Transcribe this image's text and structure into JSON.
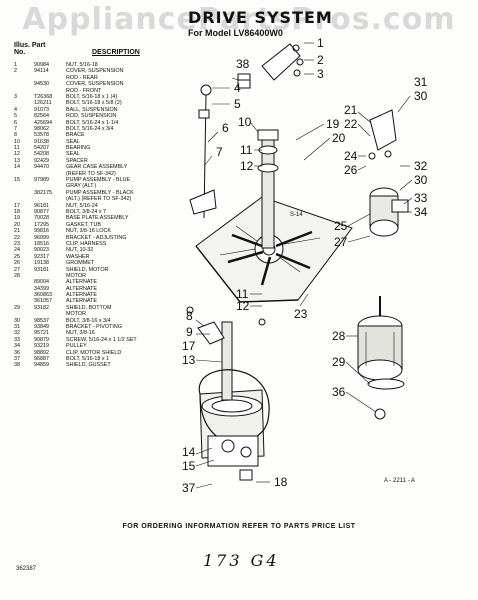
{
  "header": {
    "watermark": "AppliancePartsPros.com",
    "title": "DRIVE SYSTEM",
    "subtitle": "For Model LV86400W0",
    "col_illus": "Illus. Part",
    "col_no": "No.",
    "col_desc": "DESCRIPTION"
  },
  "parts": [
    {
      "n": "1",
      "p": "90984",
      "d": "NUT, 5/16-18"
    },
    {
      "n": "2",
      "p": "94114",
      "d": "COVER, SUSPENSION"
    },
    {
      "n": "",
      "p": "",
      "d": "ROD - REAR"
    },
    {
      "n": "",
      "p": "94530",
      "d": "COVER, SUSPENSION"
    },
    {
      "n": "",
      "p": "",
      "d": "ROD - FRONT"
    },
    {
      "n": "3",
      "p": "T26368",
      "d": "BOLT, 5/16-18 x 1 (4)"
    },
    {
      "n": "",
      "p": "126211",
      "d": "BOLT, 5/16-18 x 5/8 (2)"
    },
    {
      "n": "4",
      "p": "91073",
      "d": "BALL, SUSPENSION"
    },
    {
      "n": "5",
      "p": "82564",
      "d": "ROD, SUSPENSION"
    },
    {
      "n": "6",
      "p": "425694",
      "d": "BOLT, 5/16-24 x 1-1/4"
    },
    {
      "n": "7",
      "p": "98062",
      "d": "BOLT, 5/16-24 x 3/4"
    },
    {
      "n": "8",
      "p": "53578",
      "d": "BRACE"
    },
    {
      "n": "10",
      "p": "91638",
      "d": "SEAL"
    },
    {
      "n": "11",
      "p": "54207",
      "d": "BEARING"
    },
    {
      "n": "12",
      "p": "54208",
      "d": "SEAL"
    },
    {
      "n": "13",
      "p": "92429",
      "d": "SPACER"
    },
    {
      "n": "14",
      "p": "94470",
      "d": "GEAR CASE ASSEMBLY"
    },
    {
      "n": "",
      "p": "",
      "d": "(REFER TO SF-342)"
    },
    {
      "n": "15",
      "p": "97989",
      "d": "PUMP ASSEMBLY - BLUE"
    },
    {
      "n": "",
      "p": "",
      "d": "GRAY (ALT.)"
    },
    {
      "n": "",
      "p": "382175",
      "d": "PUMP ASSEMBLY - BLACK"
    },
    {
      "n": "",
      "p": "",
      "d": "(ALT.) (REFER TO SF-342)"
    },
    {
      "n": "17",
      "p": "96181",
      "d": "NUT, 5/16-24"
    },
    {
      "n": "18",
      "p": "90877",
      "d": "BOLT, 3/8-24 x 7"
    },
    {
      "n": "19",
      "p": "70028",
      "d": "BASE PLATE ASSEMBLY"
    },
    {
      "n": "20",
      "p": "17295",
      "d": "GASKET, TUB"
    },
    {
      "n": "21",
      "p": "99816",
      "d": "NUT, 3/8-16 LOCK"
    },
    {
      "n": "22",
      "p": "96099",
      "d": "BRACKET - ADJUSTING"
    },
    {
      "n": "23",
      "p": "18516",
      "d": "CLIP, HARNESS"
    },
    {
      "n": "24",
      "p": "90023",
      "d": "NUT, 10-32"
    },
    {
      "n": "25",
      "p": "92317",
      "d": "WASHER"
    },
    {
      "n": "26",
      "p": "19138",
      "d": "GROMMET"
    },
    {
      "n": "27",
      "p": "93181",
      "d": "SHIELD, MOTOR"
    },
    {
      "n": "28",
      "p": "",
      "d": "MOTOR"
    },
    {
      "n": "",
      "p": "89004",
      "d": "ALTERNATE"
    },
    {
      "n": "",
      "p": "34399",
      "d": "ALTERNATE"
    },
    {
      "n": "",
      "p": "360863",
      "d": "ALTERNATE"
    },
    {
      "n": "",
      "p": "361057",
      "d": "ALTERNATE"
    },
    {
      "n": "29",
      "p": "93182",
      "d": "SHIELD, BOTTOM"
    },
    {
      "n": "",
      "p": "",
      "d": "MOTOR"
    },
    {
      "n": "30",
      "p": "98537",
      "d": "BOLT, 3/8-16 x 3/4"
    },
    {
      "n": "31",
      "p": "93849",
      "d": "BRACKET - PIVOTING"
    },
    {
      "n": "32",
      "p": "95721",
      "d": "NUT, 3/8-16"
    },
    {
      "n": "33",
      "p": "90879",
      "d": "SCREW, 5/16-24 x 1 1/2 SET"
    },
    {
      "n": "34",
      "p": "93219",
      "d": "PULLEY"
    },
    {
      "n": "36",
      "p": "98892",
      "d": "CLIP, MOTOR SHIELD"
    },
    {
      "n": "37",
      "p": "96887",
      "d": "BOLT, 5/16-18 x 1"
    },
    {
      "n": "38",
      "p": "94859",
      "d": "SHIELD, GUSSET"
    }
  ],
  "callouts": {
    "c1": "1",
    "c2": "2",
    "c3": "3",
    "c4": "4",
    "c5": "5",
    "c6": "6",
    "c7": "7",
    "c8": "8",
    "c9": "9",
    "c10": "10",
    "c11a": "11",
    "c11b": "11",
    "c12a": "12",
    "c12b": "12",
    "c13": "13",
    "c14": "14",
    "c15": "15",
    "c17": "17",
    "c18": "18",
    "c19": "19",
    "c20": "20",
    "c21": "21",
    "c22": "22",
    "c23": "23",
    "c24": "24",
    "c25": "25",
    "c26": "26",
    "c27": "27",
    "c28": "28",
    "c29": "29",
    "c30a": "30",
    "c30b": "30",
    "c31": "31",
    "c32": "32",
    "c33": "33",
    "c34": "34",
    "c36": "36",
    "c37": "37",
    "c38": "38"
  },
  "figure_ref": "A - 2211 - A",
  "footer": "FOR ORDERING INFORMATION REFER TO PARTS PRICE LIST",
  "doc_code": "362387",
  "handwritten": "173 G4"
}
